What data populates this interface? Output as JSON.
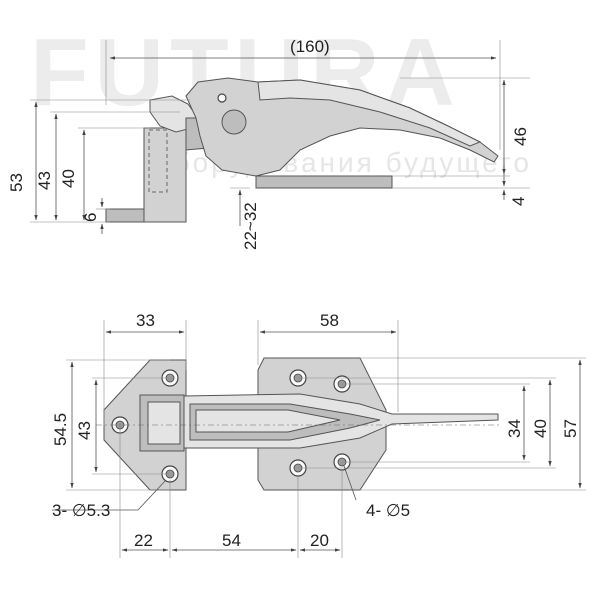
{
  "watermark": {
    "brand": "FUTURA",
    "tagline": "оборудования будущего"
  },
  "side_view": {
    "dims": {
      "overall_length": "(160)",
      "h53": "53",
      "h43": "43",
      "h40": "40",
      "h6": "6",
      "gap": "22~32",
      "h46": "46",
      "h4": "4"
    }
  },
  "top_view": {
    "dims": {
      "w33": "33",
      "w58": "58",
      "h54_5": "54.5",
      "h43": "43",
      "h34": "34",
      "h40": "40",
      "h57": "57",
      "holes_left": "3- ∅5.3",
      "holes_right": "4- ∅5",
      "w22": "22",
      "w54": "54",
      "w20": "20"
    }
  }
}
